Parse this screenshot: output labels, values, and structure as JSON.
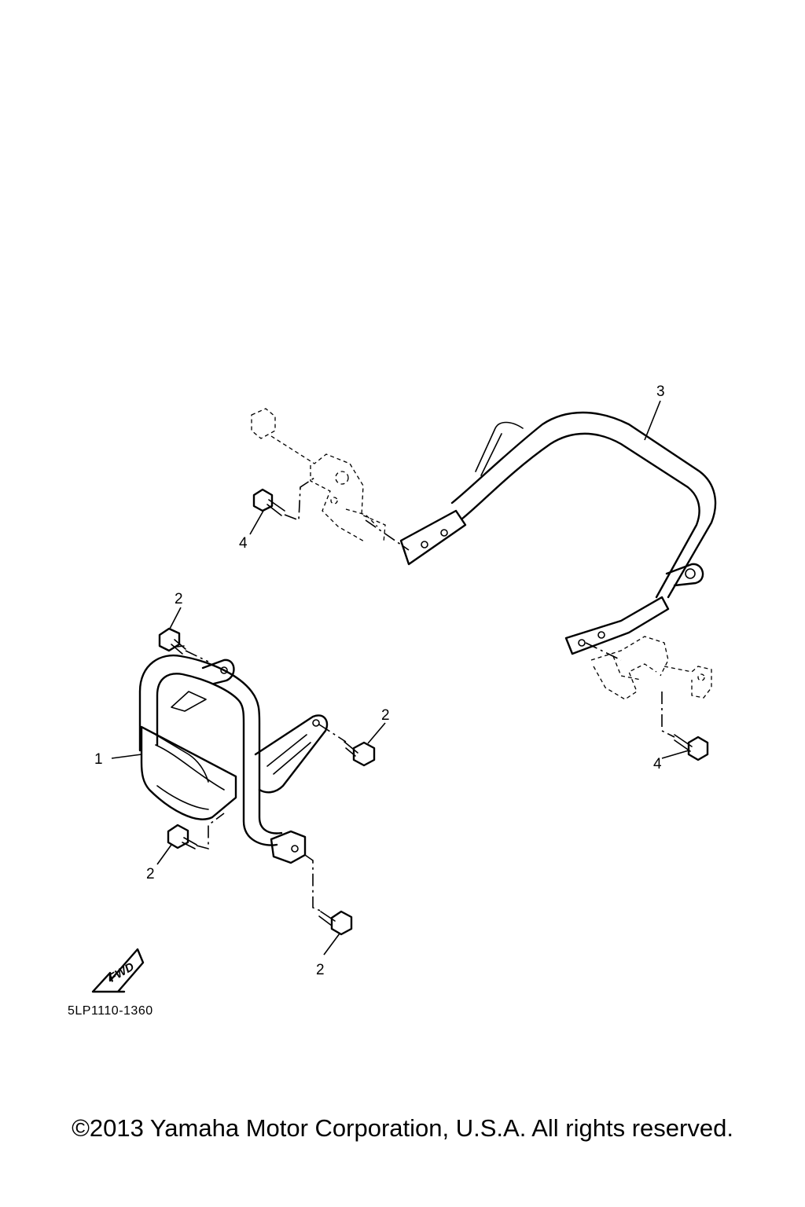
{
  "callouts": [
    {
      "id": "c1",
      "label": "1"
    },
    {
      "id": "c2a",
      "label": "2"
    },
    {
      "id": "c2b",
      "label": "2"
    },
    {
      "id": "c2c",
      "label": "2"
    },
    {
      "id": "c2d",
      "label": "2"
    },
    {
      "id": "c3",
      "label": "3"
    },
    {
      "id": "c4a",
      "label": "4"
    },
    {
      "id": "c4b",
      "label": "4"
    }
  ],
  "fwd_label": "FWD",
  "diagram_code": "5LP1110-1360",
  "copyright": "©2013 Yamaha Motor Corporation, U.S.A. All rights reserved."
}
